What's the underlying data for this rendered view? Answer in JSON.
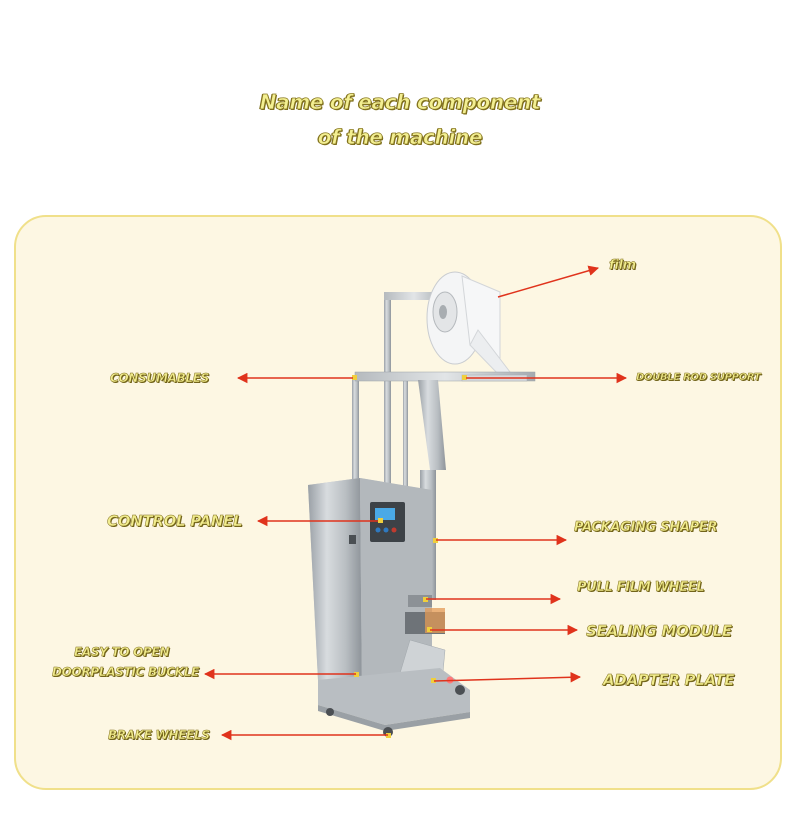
{
  "title": {
    "line1": "Name of each component",
    "line2": "of the machine"
  },
  "labels": {
    "film": "film",
    "consumables": "CONSUMABLES",
    "double_rod_support": "DOUBLE ROD SUPPORT",
    "control_panel": "CONTROL PANEL",
    "packaging_shaper": "PACKAGING SHAPER",
    "pull_film_wheel": "PULL FILM WHEEL",
    "sealing_module": "SEALING MODULE",
    "easy_open_line1": "EASY TO OPEN",
    "easy_open_line2": "DOORPLASTIC BUCKLE",
    "adapter_plate": "ADAPTER PLATE",
    "brake_wheels": "BRAKE WHEELS"
  },
  "colors": {
    "arrow": "#e0331c",
    "label_fill": "#f1ec8e",
    "panel_bg": "#fdf7e3",
    "panel_border": "#f0e08a"
  }
}
